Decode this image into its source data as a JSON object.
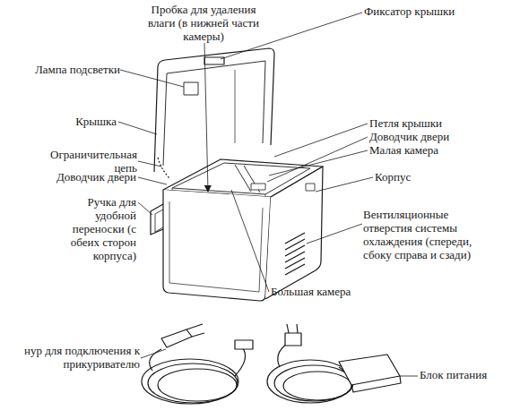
{
  "diagram": {
    "labels": [
      "Пробка для удаления влаги (в нижней части камеры)",
      "Фиксатор крышки",
      "Лампа подсветки",
      "Крышка",
      "Петля крышки",
      "Доводчик двери",
      "Малая камера",
      "Ограничительная цепь",
      "Доводчик двери",
      "Корпус",
      "Ручка для удобной переноски (с обеих сторон корпуса)",
      "Вентиляционные отверстия системы охлаждения (спереди, сбоку справа и сзади)",
      "Большая камера",
      "нур для подключения к прикуривателю",
      "Блок питания"
    ]
  }
}
